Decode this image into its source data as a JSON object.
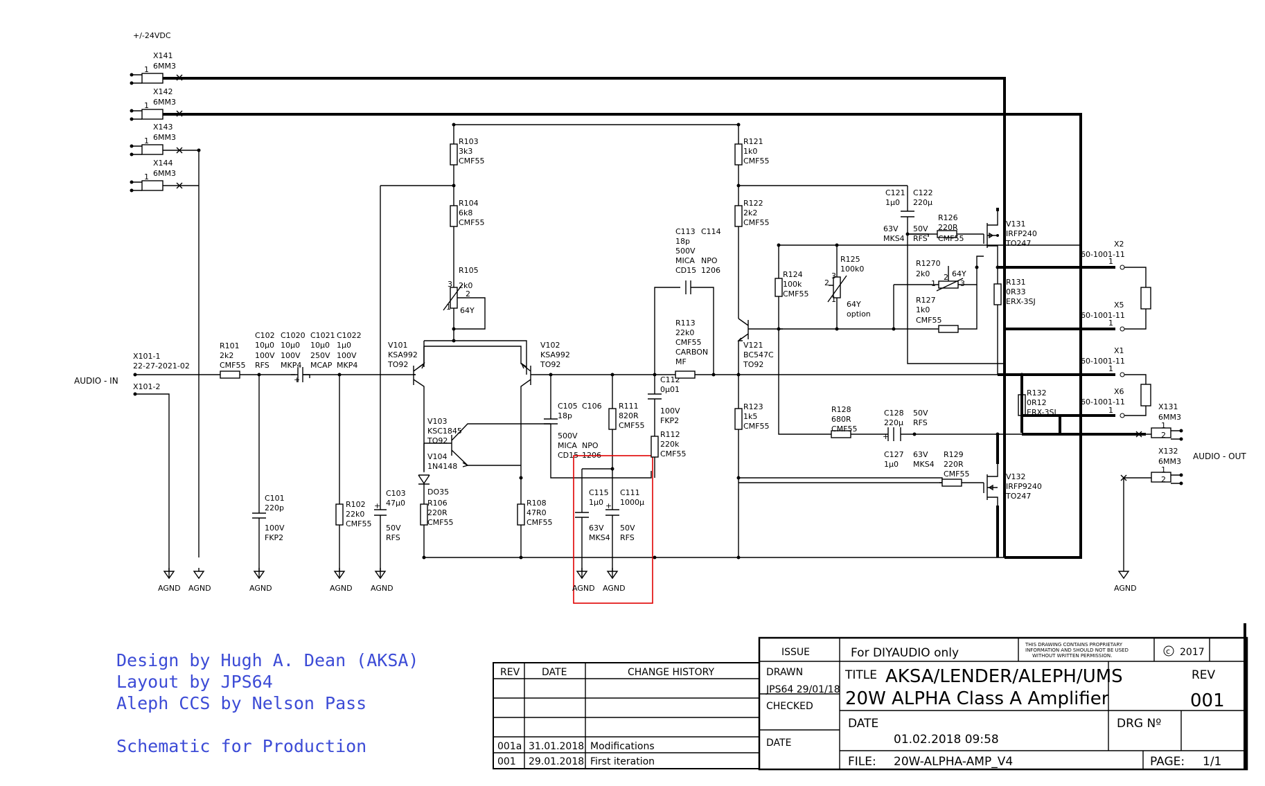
{
  "supply": {
    "label": "+/-24VDC",
    "connectors": [
      {
        "ref": "X141",
        "type": "6MM3"
      },
      {
        "ref": "X142",
        "type": "6MM3"
      },
      {
        "ref": "X143",
        "type": "6MM3"
      },
      {
        "ref": "X144",
        "type": "6MM3"
      }
    ]
  },
  "input": {
    "label": "AUDIO - IN",
    "pin1": "X101-1",
    "part": "22-27-2021-02",
    "pin2": "X101-2"
  },
  "output": {
    "label": "AUDIO - OUT",
    "x131": "X131",
    "x131_type": "6MM3",
    "x132": "X132",
    "x132_type": "6MM3"
  },
  "components": {
    "R101": [
      "R101",
      "2k2",
      "CMF55"
    ],
    "C102": [
      "C102",
      "10µ0",
      "100V",
      "RFS"
    ],
    "C1020": [
      "C1020",
      "10µ0",
      "100V",
      "MKP4"
    ],
    "C1021": [
      "C1021",
      "10µ0",
      "250V",
      "MCAP"
    ],
    "C1022": [
      "C1022",
      "1µ0",
      "100V",
      "MKP4"
    ],
    "C101": [
      "C101",
      "220p",
      "100V",
      "FKP2"
    ],
    "R102": [
      "R102",
      "22k0",
      "CMF55"
    ],
    "C103": [
      "C103",
      "47µ0",
      "50V",
      "RFS"
    ],
    "R103": [
      "R103",
      "3k3",
      "CMF55"
    ],
    "R104": [
      "R104",
      "6k8",
      "CMF55"
    ],
    "R105": [
      "R105",
      "2k0",
      "64Y"
    ],
    "V101": [
      "V101",
      "KSA992",
      "TO92"
    ],
    "V102": [
      "V102",
      "KSA992",
      "TO92"
    ],
    "V103": [
      "V103",
      "KSC1845",
      "TO92"
    ],
    "V104": [
      "V104",
      "1N4148"
    ],
    "D035": [
      "DO35"
    ],
    "R106": [
      "R106",
      "220R",
      "CMF55"
    ],
    "R108": [
      "R108",
      "47R0",
      "CMF55"
    ],
    "C105": [
      "C105",
      "18p",
      "500V",
      "MICA",
      "CD15"
    ],
    "C106": [
      "C106",
      "NPO",
      "1206"
    ],
    "R111": [
      "R111",
      "820R",
      "CMF55"
    ],
    "C112": [
      "C112",
      "0µ01",
      "100V",
      "FKP2"
    ],
    "R112": [
      "R112",
      "220k",
      "CMF55"
    ],
    "C115": [
      "C115",
      "1µ0",
      "63V",
      "MKS4"
    ],
    "C111": [
      "C111",
      "1000µ",
      "50V",
      "RFS"
    ],
    "C113": [
      "C113",
      "18p",
      "500V",
      "MICA",
      "CD15"
    ],
    "C114": [
      "C114",
      "NPO",
      "1206"
    ],
    "R113": [
      "R113",
      "22k0",
      "CMF55",
      "CARBON",
      "MF"
    ],
    "R121": [
      "R121",
      "1k0",
      "CMF55"
    ],
    "R122": [
      "R122",
      "2k2",
      "CMF55"
    ],
    "R123": [
      "R123",
      "1k5",
      "CMF55"
    ],
    "V121": [
      "V121",
      "BC547C",
      "TO92"
    ],
    "R124": [
      "R124",
      "100k",
      "CMF55"
    ],
    "R125": [
      "R125",
      "100k0",
      "64Y",
      "option"
    ],
    "C121": [
      "C121",
      "1µ0",
      "63V",
      "MKS4"
    ],
    "C122": [
      "C122",
      "220µ",
      "50V",
      "RFS"
    ],
    "R126": [
      "R126",
      "220R",
      "CMF55"
    ],
    "R1270": [
      "R1270",
      "2k0",
      "64Y"
    ],
    "R127": [
      "R127",
      "1k0",
      "CMF55"
    ],
    "V131": [
      "V131",
      "IRFP240",
      "TO247"
    ],
    "R131": [
      "R131",
      "0R33",
      "ERX-3SJ"
    ],
    "R132": [
      "R132",
      "0R12",
      "ERX-3SJ"
    ],
    "R128": [
      "R128",
      "680R",
      "CMF55"
    ],
    "C128": [
      "C128",
      "220µ",
      "50V",
      "RFS"
    ],
    "C127": [
      "C127",
      "1µ0",
      "63V",
      "MKS4"
    ],
    "R129": [
      "R129",
      "220R",
      "CMF55"
    ],
    "V132": [
      "V132",
      "IRFP9240",
      "TO247"
    ],
    "X2": [
      "X2",
      "60-1001-11"
    ],
    "X5": [
      "X5",
      "60-1001-11"
    ],
    "X1": [
      "X1",
      "60-1001-11"
    ],
    "X6": [
      "X6",
      "60-1001-11"
    ]
  },
  "ground_label": "AGND",
  "credits": [
    "Design by Hugh A. Dean (AKSA)",
    "Layout by JPS64",
    "Aleph CCS by Nelson Pass",
    "Schematic for Production"
  ],
  "title_block": {
    "issue_label": "ISSUE",
    "for_text": "For DIYAUDIO only",
    "proprietary": [
      "THIS DRAWING CONTAINS PROPRIETARY",
      "INFORMATION AND SHOULD NOT BE USED",
      "WITHOUT WRITTEN PERMISSION."
    ],
    "copyright_year": "2017",
    "drawn_label": "DRAWN",
    "drawn_value": "JPS64 29/01/18",
    "checked_label": "CHECKED",
    "date_label_left": "DATE",
    "title_label": "TITLE",
    "title_line1": "AKSA/LENDER/ALEPH/UMS",
    "title_line2": "20W ALPHA Class A Amplifier",
    "rev_label": "REV",
    "rev_value": "001",
    "date_label": "DATE",
    "date_value": "01.02.2018 09:58",
    "drg_label": "DRG Nº",
    "file_label": "FILE:",
    "file_value": "20W-ALPHA-AMP_V4",
    "page_label": "PAGE:",
    "page_value": "1/1"
  },
  "history": {
    "headers": [
      "REV",
      "DATE",
      "CHANGE HISTORY"
    ],
    "rows": [
      [
        "001a",
        "31.01.2018",
        "Modifications"
      ],
      [
        "001",
        "29.01.2018",
        "First iteration"
      ]
    ]
  }
}
